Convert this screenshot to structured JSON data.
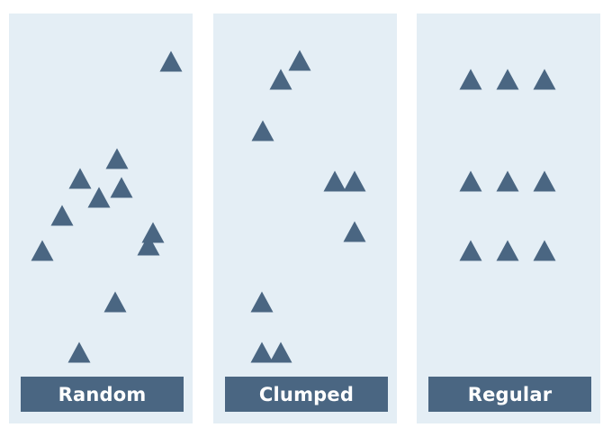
{
  "colors": {
    "panel_background": "#e4eef5",
    "marker": "#4a6682",
    "label_bar": "#4a6682",
    "label_text": "#ffffff"
  },
  "marker_icon": "triangle-icon",
  "panels": [
    {
      "label": "Random"
    },
    {
      "label": "Clumped"
    },
    {
      "label": "Regular"
    }
  ]
}
